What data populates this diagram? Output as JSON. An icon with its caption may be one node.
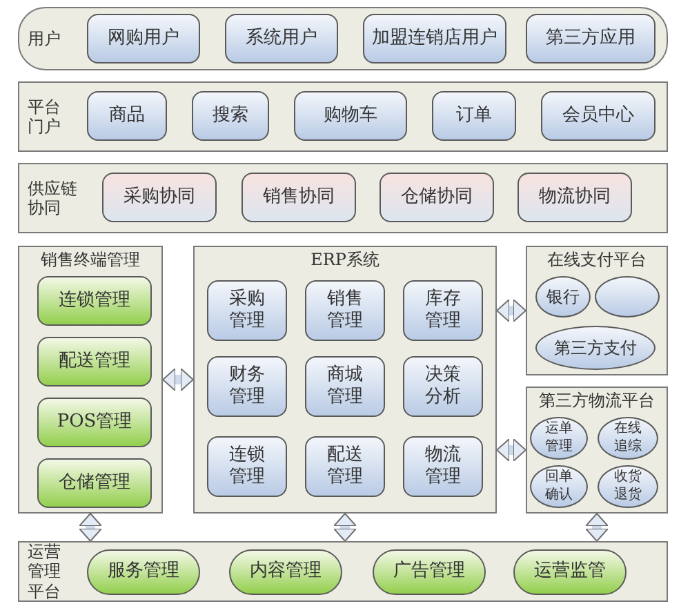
{
  "diagram": {
    "nodes": [
      {
        "text": [
          "用户"
        ]
      },
      {
        "text": [
          "网购用户"
        ],
        "in": 0
      },
      {
        "text": [
          "系统用户"
        ],
        "in": 0
      },
      {
        "text": [
          "加盟连销店用户"
        ],
        "in": 0
      },
      {
        "text": [
          "第三方应用"
        ],
        "in": 0
      },
      {
        "text": [
          "平台门户"
        ]
      },
      {
        "text": [
          "商品"
        ],
        "in": 5
      },
      {
        "text": [
          "搜索"
        ],
        "in": 5
      },
      {
        "text": [
          "购物车"
        ],
        "in": 5
      },
      {
        "text": [
          "订单"
        ],
        "in": 5
      },
      {
        "text": [
          "会员中心"
        ],
        "in": 5
      },
      {
        "text": [
          "供应链协同"
        ]
      },
      {
        "text": [
          "采购协同"
        ],
        "in": 11
      },
      {
        "text": [
          "销售协同"
        ],
        "in": 11
      },
      {
        "text": [
          "仓储协同"
        ],
        "in": 11
      },
      {
        "text": [
          "物流协同"
        ],
        "in": 11
      },
      {
        "text": [
          "销售终端管理"
        ]
      },
      {
        "text": [
          "连锁管理"
        ],
        "in": 16
      },
      {
        "text": [
          "配送管理"
        ],
        "in": 16
      },
      {
        "text": [
          "POS管理"
        ],
        "in": 16
      },
      {
        "text": [
          "仓储管理"
        ],
        "in": 16
      },
      {
        "text": [
          "ERP系统"
        ]
      },
      {
        "text": [
          "采购管理"
        ],
        "in": 21
      },
      {
        "text": [
          "销售管理"
        ],
        "in": 21
      },
      {
        "text": [
          "库存管理"
        ],
        "in": 21
      },
      {
        "text": [
          "财务管理"
        ],
        "in": 21
      },
      {
        "text": [
          "商城管理"
        ],
        "in": 21
      },
      {
        "text": [
          "决策分析"
        ],
        "in": 21
      },
      {
        "text": [
          "连锁管理"
        ],
        "in": 21
      },
      {
        "text": [
          "配送管理"
        ],
        "in": 21
      },
      {
        "text": [
          "物流管理"
        ],
        "in": 21
      },
      {
        "text": [
          "在线支付平台"
        ]
      },
      {
        "text": [
          "银行"
        ],
        "in": 31
      },
      {
        "text": [],
        "shape": "ellipse",
        "in": 31
      },
      {
        "text": [
          "第三方支付"
        ],
        "in": 31
      },
      {
        "text": [
          "第三方物流平台"
        ]
      },
      {
        "text": [
          "运单管理"
        ],
        "in": 35
      },
      {
        "text": [
          "在线追综"
        ],
        "in": 35
      },
      {
        "text": [
          "回单确认"
        ],
        "in": 35
      },
      {
        "text": [
          "收货退货"
        ],
        "in": 35
      },
      {
        "text": [
          "运营管理平台"
        ]
      },
      {
        "text": [
          "服务管理"
        ],
        "in": 40
      },
      {
        "text": [
          "内容管理"
        ],
        "in": 40
      },
      {
        "text": [
          "广告管理"
        ],
        "in": 40
      },
      {
        "text": [
          "运营监管"
        ],
        "in": 40
      }
    ],
    "edges": [
      {
        "from": 16,
        "to": 21,
        "arrow": "both"
      },
      {
        "from": 21,
        "to": 31,
        "arrow": "both"
      },
      {
        "from": 21,
        "to": 35,
        "arrow": "both"
      },
      {
        "from": 16,
        "to": 40,
        "arrow": "both"
      },
      {
        "from": 21,
        "to": 40,
        "arrow": "both"
      },
      {
        "from": 35,
        "to": 40,
        "arrow": "both"
      }
    ]
  }
}
